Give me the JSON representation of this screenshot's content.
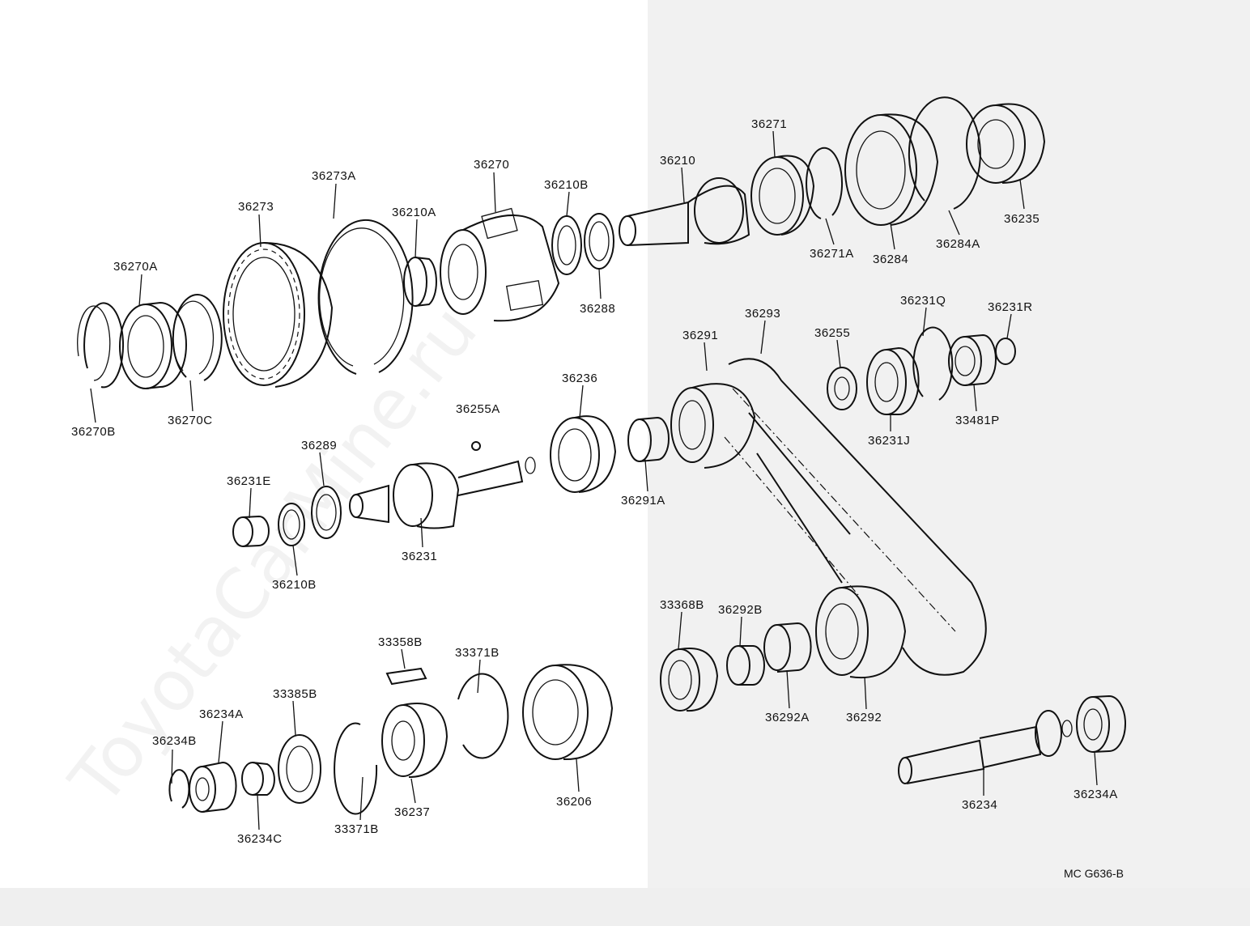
{
  "diagram": {
    "watermark": "ToyotaCarMine.ru",
    "figure_code": "MC G636-B",
    "parts": [
      {
        "id": "36270A",
        "label": "36270A"
      },
      {
        "id": "36270B",
        "label": "36270B"
      },
      {
        "id": "36270C",
        "label": "36270C"
      },
      {
        "id": "36273",
        "label": "36273"
      },
      {
        "id": "36273A",
        "label": "36273A"
      },
      {
        "id": "36210A",
        "label": "36210A"
      },
      {
        "id": "36270",
        "label": "36270"
      },
      {
        "id": "36210B",
        "label": "36210B"
      },
      {
        "id": "36288",
        "label": "36288"
      },
      {
        "id": "36210",
        "label": "36210"
      },
      {
        "id": "36271",
        "label": "36271"
      },
      {
        "id": "36271A",
        "label": "36271A"
      },
      {
        "id": "36284",
        "label": "36284"
      },
      {
        "id": "36284A",
        "label": "36284A"
      },
      {
        "id": "36235",
        "label": "36235"
      },
      {
        "id": "36291",
        "label": "36291"
      },
      {
        "id": "36293",
        "label": "36293"
      },
      {
        "id": "36255",
        "label": "36255"
      },
      {
        "id": "36231Q",
        "label": "36231Q"
      },
      {
        "id": "36231R",
        "label": "36231R"
      },
      {
        "id": "33481P",
        "label": "33481P"
      },
      {
        "id": "36231J",
        "label": "36231J"
      },
      {
        "id": "36236",
        "label": "36236"
      },
      {
        "id": "36255A",
        "label": "36255A"
      },
      {
        "id": "36289",
        "label": "36289"
      },
      {
        "id": "36231E",
        "label": "36231E"
      },
      {
        "id": "36231",
        "label": "36231"
      },
      {
        "id": "36210B-2",
        "label": "36210B"
      },
      {
        "id": "36291A",
        "label": "36291A"
      },
      {
        "id": "33368B",
        "label": "33368B"
      },
      {
        "id": "36292B",
        "label": "36292B"
      },
      {
        "id": "36292A",
        "label": "36292A"
      },
      {
        "id": "36292",
        "label": "36292"
      },
      {
        "id": "33358B",
        "label": "33358B"
      },
      {
        "id": "33371B",
        "label": "33371B"
      },
      {
        "id": "33385B",
        "label": "33385B"
      },
      {
        "id": "36234A",
        "label": "36234A"
      },
      {
        "id": "36234B",
        "label": "36234B"
      },
      {
        "id": "36234C",
        "label": "36234C"
      },
      {
        "id": "33371B-2",
        "label": "33371B"
      },
      {
        "id": "36237",
        "label": "36237"
      },
      {
        "id": "36206",
        "label": "36206"
      },
      {
        "id": "36234",
        "label": "36234"
      },
      {
        "id": "36234A-2",
        "label": "36234A"
      }
    ]
  }
}
